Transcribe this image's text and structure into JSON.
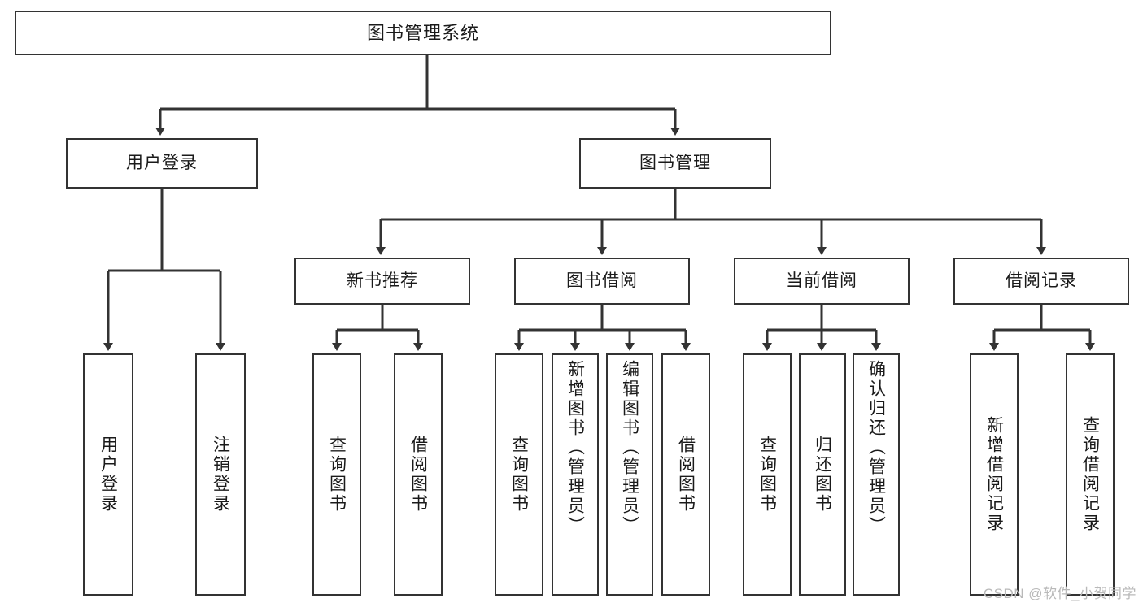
{
  "diagram": {
    "type": "tree",
    "title": "图书管理系统",
    "root": {
      "label": "图书管理系统"
    },
    "level2": [
      {
        "label": "用户登录"
      },
      {
        "label": "图书管理"
      }
    ],
    "level3": [
      {
        "label": "新书推荐"
      },
      {
        "label": "图书借阅"
      },
      {
        "label": "当前借阅"
      },
      {
        "label": "借阅记录"
      }
    ],
    "leaves": {
      "user_login": [
        {
          "label": "用户登录"
        },
        {
          "label": "注销登录"
        }
      ],
      "new_book_recommend": [
        {
          "label": "查询图书"
        },
        {
          "label": "借阅图书"
        }
      ],
      "book_borrow": [
        {
          "label": "查询图书"
        },
        {
          "label": "新增图书（管理员）"
        },
        {
          "label": "编辑图书（管理员）"
        },
        {
          "label": "借阅图书"
        }
      ],
      "current_borrow": [
        {
          "label": "查询图书"
        },
        {
          "label": "归还图书"
        },
        {
          "label": "确认归还（管理员）"
        }
      ],
      "borrow_records": [
        {
          "label": "新增借阅记录"
        },
        {
          "label": "查询借阅记录"
        }
      ]
    }
  },
  "watermark": {
    "text": "CSDN @软件_小贺同学"
  },
  "colors": {
    "stroke": "#333333",
    "fill": "#ffffff",
    "text": "#1a1a1a",
    "watermark": "#b9b9b9"
  }
}
